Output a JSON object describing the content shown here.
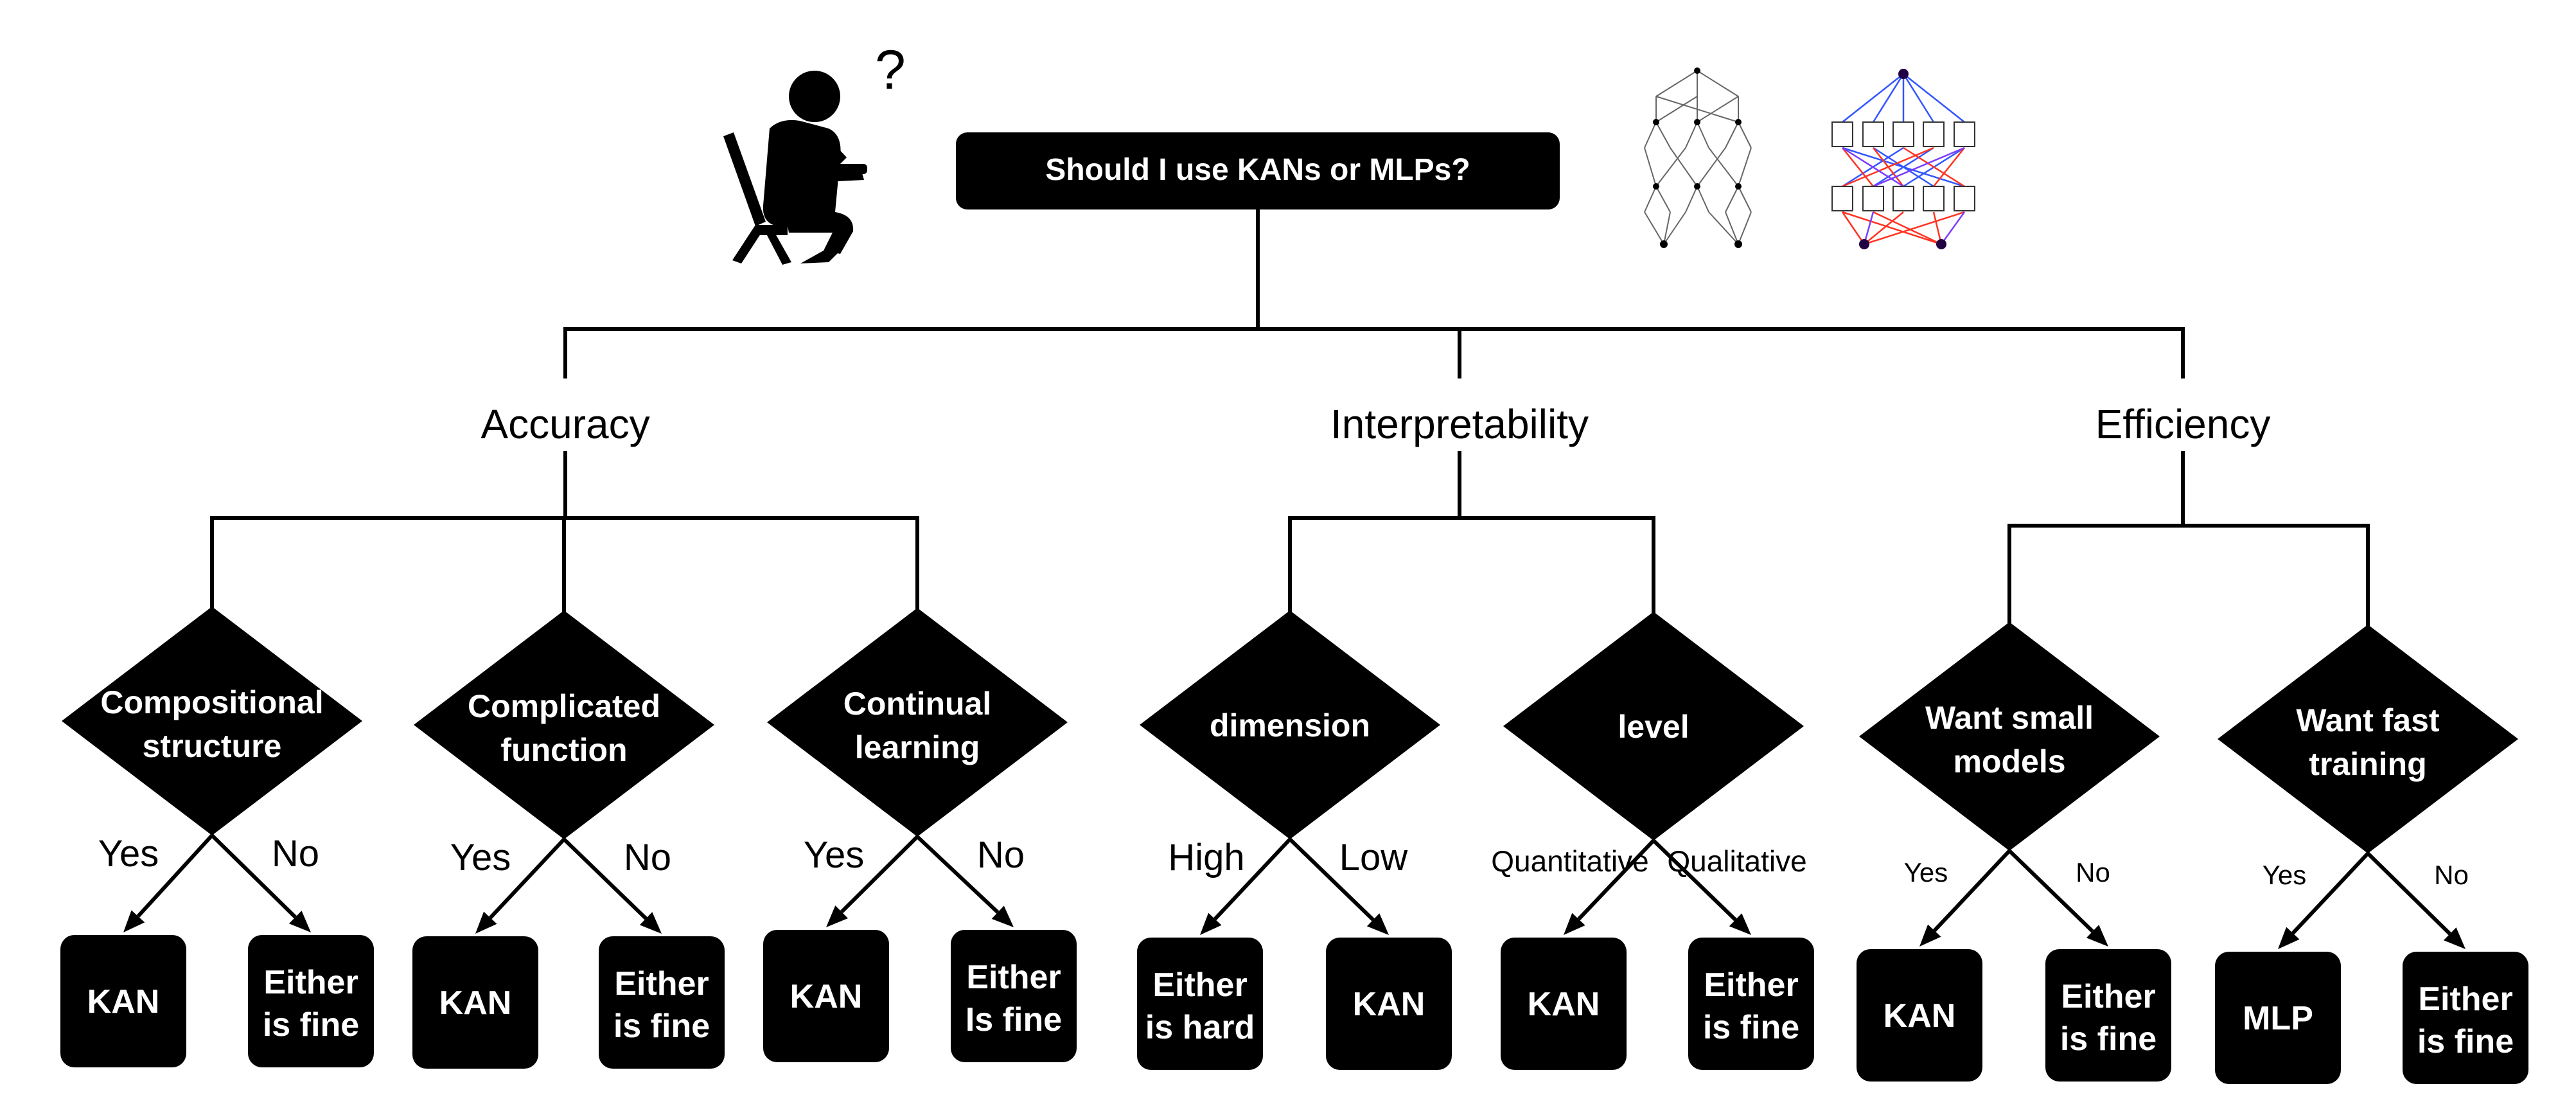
{
  "root": {
    "question": "Should I use KANs or MLPs?"
  },
  "icons": {
    "thinker": "thinking-person-icon",
    "question_mark": "?",
    "kan_net": "kan-network-icon",
    "mlp_net": "mlp-network-icon"
  },
  "categories": [
    {
      "name": "Accuracy",
      "decisions": [
        {
          "line1": "Compositional",
          "line2": "structure",
          "left_edge": "Yes",
          "right_edge": "No",
          "left_out": [
            "KAN"
          ],
          "right_out": [
            "Either",
            "is fine"
          ]
        },
        {
          "line1": "Complicated",
          "line2": "function",
          "left_edge": "Yes",
          "right_edge": "No",
          "left_out": [
            "KAN"
          ],
          "right_out": [
            "Either",
            "is fine"
          ]
        },
        {
          "line1": "Continual",
          "line2": "learning",
          "left_edge": "Yes",
          "right_edge": "No",
          "left_out": [
            "KAN"
          ],
          "right_out": [
            "Either",
            "Is fine"
          ]
        }
      ]
    },
    {
      "name": "Interpretability",
      "decisions": [
        {
          "line1": "dimension",
          "line2": "",
          "left_edge": "High",
          "right_edge": "Low",
          "left_out": [
            "Either",
            "is hard"
          ],
          "right_out": [
            "KAN"
          ]
        },
        {
          "line1": "level",
          "line2": "",
          "left_edge": "Quantitative",
          "right_edge": "Qualitative",
          "left_out": [
            "KAN"
          ],
          "right_out": [
            "Either",
            "is fine"
          ]
        }
      ]
    },
    {
      "name": "Efficiency",
      "decisions": [
        {
          "line1": "Want small",
          "line2": "models",
          "left_edge": "Yes",
          "right_edge": "No",
          "left_out": [
            "KAN"
          ],
          "right_out": [
            "Either",
            "is fine"
          ]
        },
        {
          "line1": "Want fast",
          "line2": "training",
          "left_edge": "Yes",
          "right_edge": "No",
          "left_out": [
            "MLP"
          ],
          "right_out": [
            "Either",
            "is fine"
          ]
        }
      ]
    }
  ]
}
